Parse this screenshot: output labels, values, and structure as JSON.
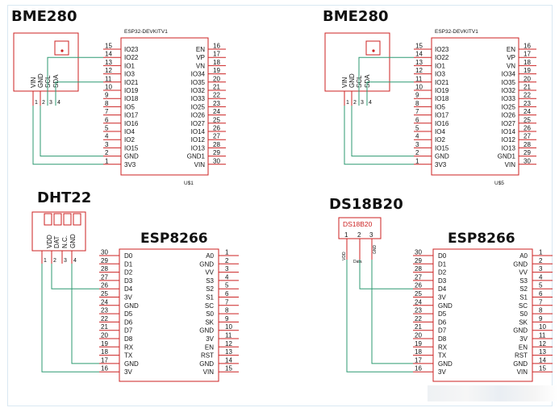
{
  "colors": {
    "chip": "#cc2222",
    "wire": "#2e9a72",
    "pinnum": "#111111",
    "label": "#111111"
  },
  "bme_left": {
    "title": "BME280",
    "sensor_pins": [
      "VIN",
      "GND",
      "SCL",
      "SDA"
    ],
    "sensor_pin_numbers": [
      "1",
      "2",
      "3",
      "4"
    ],
    "module": {
      "header": "ESP32-DEVKITV1",
      "footer": "U$1",
      "left_labels": [
        "IO23",
        "IO22",
        "IO1",
        "IO3",
        "IO21",
        "IO19",
        "IO18",
        "IO5",
        "IO17",
        "IO16",
        "IO4",
        "IO2",
        "IO15",
        "GND",
        "3V3"
      ],
      "left_numbers": [
        "15",
        "14",
        "13",
        "12",
        "11",
        "10",
        "9",
        "8",
        "7",
        "6",
        "5",
        "4",
        "3",
        "2",
        "1"
      ],
      "right_labels": [
        "EN",
        "VP",
        "VN",
        "IO34",
        "IO35",
        "IO32",
        "IO33",
        "IO25",
        "IO26",
        "IO27",
        "IO14",
        "IO12",
        "IO13",
        "GND1",
        "VIN"
      ],
      "right_numbers": [
        "16",
        "17",
        "18",
        "19",
        "20",
        "21",
        "22",
        "23",
        "24",
        "25",
        "26",
        "27",
        "28",
        "29",
        "30"
      ]
    }
  },
  "bme_right": {
    "title": "BME280",
    "sensor_pins": [
      "VIN",
      "GND",
      "SCL",
      "SDA"
    ],
    "sensor_pin_numbers": [
      "1",
      "2",
      "3",
      "4"
    ],
    "module": {
      "header": "ESP32-DEVKITV1",
      "footer": "U$5",
      "left_labels": [
        "IO23",
        "IO22",
        "IO1",
        "IO3",
        "IO21",
        "IO19",
        "IO18",
        "IO5",
        "IO17",
        "IO16",
        "IO4",
        "IO2",
        "IO15",
        "GND",
        "3V3"
      ],
      "left_numbers": [
        "15",
        "14",
        "13",
        "12",
        "11",
        "10",
        "9",
        "8",
        "7",
        "6",
        "5",
        "4",
        "3",
        "2",
        "1"
      ],
      "right_labels": [
        "EN",
        "VP",
        "VN",
        "IO34",
        "IO35",
        "IO32",
        "IO33",
        "IO25",
        "IO26",
        "IO27",
        "IO14",
        "IO12",
        "IO13",
        "GND1",
        "VIN"
      ],
      "right_numbers": [
        "16",
        "17",
        "18",
        "19",
        "20",
        "21",
        "22",
        "23",
        "24",
        "25",
        "26",
        "27",
        "28",
        "29",
        "30"
      ]
    }
  },
  "dht": {
    "title": "DHT22",
    "sensor_pins": [
      "VDD",
      "DAT",
      "N.C.",
      "GND"
    ],
    "sensor_pin_numbers": [
      "1",
      "2",
      "3",
      "4"
    ],
    "module": {
      "header": "ESP8266",
      "left_labels": [
        "D0",
        "D1",
        "D2",
        "D3",
        "D4",
        "3V",
        "GND",
        "D5",
        "D6",
        "D7",
        "D8",
        "RX",
        "TX",
        "GND",
        "3V"
      ],
      "left_numbers": [
        "30",
        "29",
        "28",
        "27",
        "26",
        "25",
        "24",
        "23",
        "22",
        "21",
        "20",
        "19",
        "18",
        "17",
        "16"
      ],
      "right_labels": [
        "A0",
        "GND",
        "VV",
        "S3",
        "S2",
        "S1",
        "SC",
        "S0",
        "SK",
        "GND",
        "3V",
        "EN",
        "RST",
        "GND",
        "VIN"
      ],
      "right_numbers": [
        "1",
        "2",
        "3",
        "4",
        "5",
        "6",
        "7",
        "8",
        "9",
        "10",
        "11",
        "12",
        "13",
        "14",
        "15"
      ]
    }
  },
  "ds": {
    "title": "DS18B20",
    "chip_label": "DS18B20",
    "chip_pin_numbers": [
      "1",
      "2",
      "3"
    ],
    "pin_labels": [
      "VDD",
      "Data",
      "GND"
    ],
    "module": {
      "header": "ESP8266",
      "left_labels": [
        "D0",
        "D1",
        "D2",
        "D3",
        "D4",
        "3V",
        "GND",
        "D5",
        "D6",
        "D7",
        "D8",
        "RX",
        "TX",
        "GND",
        "3V"
      ],
      "left_numbers": [
        "30",
        "29",
        "28",
        "27",
        "26",
        "25",
        "24",
        "23",
        "22",
        "21",
        "20",
        "19",
        "18",
        "17",
        "16"
      ],
      "right_labels": [
        "A0",
        "GND",
        "VV",
        "S3",
        "S2",
        "S1",
        "SC",
        "S0",
        "SK",
        "GND",
        "3V",
        "EN",
        "RST",
        "GND",
        "VIN"
      ],
      "right_numbers": [
        "1",
        "2",
        "3",
        "4",
        "5",
        "6",
        "7",
        "8",
        "9",
        "10",
        "11",
        "12",
        "13",
        "14",
        "15"
      ]
    }
  }
}
